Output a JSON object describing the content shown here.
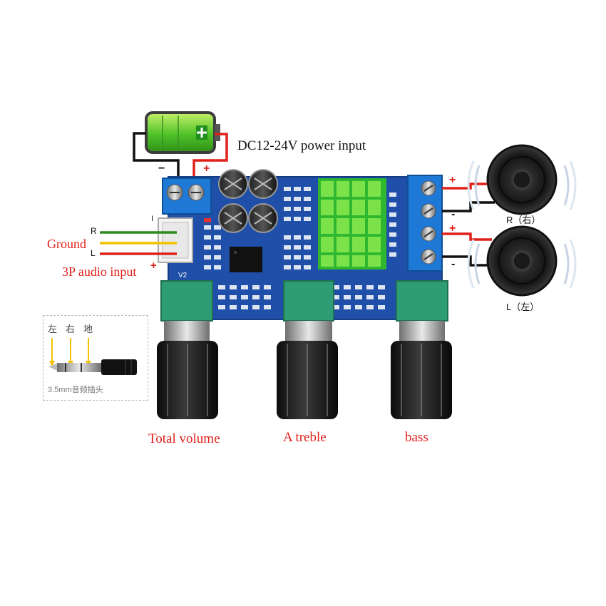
{
  "power": {
    "label": "DC12-24V power input",
    "minus": "−",
    "plus": "+"
  },
  "audio_input": {
    "ground": "Ground",
    "title": "3P audio input",
    "plus": "+",
    "pins": {
      "r": "R",
      "l": "L",
      "one": "I"
    }
  },
  "board": {
    "version": "V2"
  },
  "knobs": {
    "volume": "Total volume",
    "treble": "A treble",
    "bass": "bass"
  },
  "speakers": {
    "right": "R（右）",
    "left": "L（左）",
    "signs": [
      "+",
      "-",
      "+",
      "-"
    ]
  },
  "jack": {
    "left": "左",
    "right": "右",
    "ground": "地",
    "caption": "3.5mm音频插头"
  },
  "colors": {
    "red": "#e0201a",
    "black": "#111111",
    "green_wire": "#2e8b1f",
    "yellow_wire": "#f2c200",
    "pcb": "#1f4fa8",
    "terminal": "#1e78d6",
    "heatsink": "#2fb82f",
    "pot": "#2e9c74"
  }
}
